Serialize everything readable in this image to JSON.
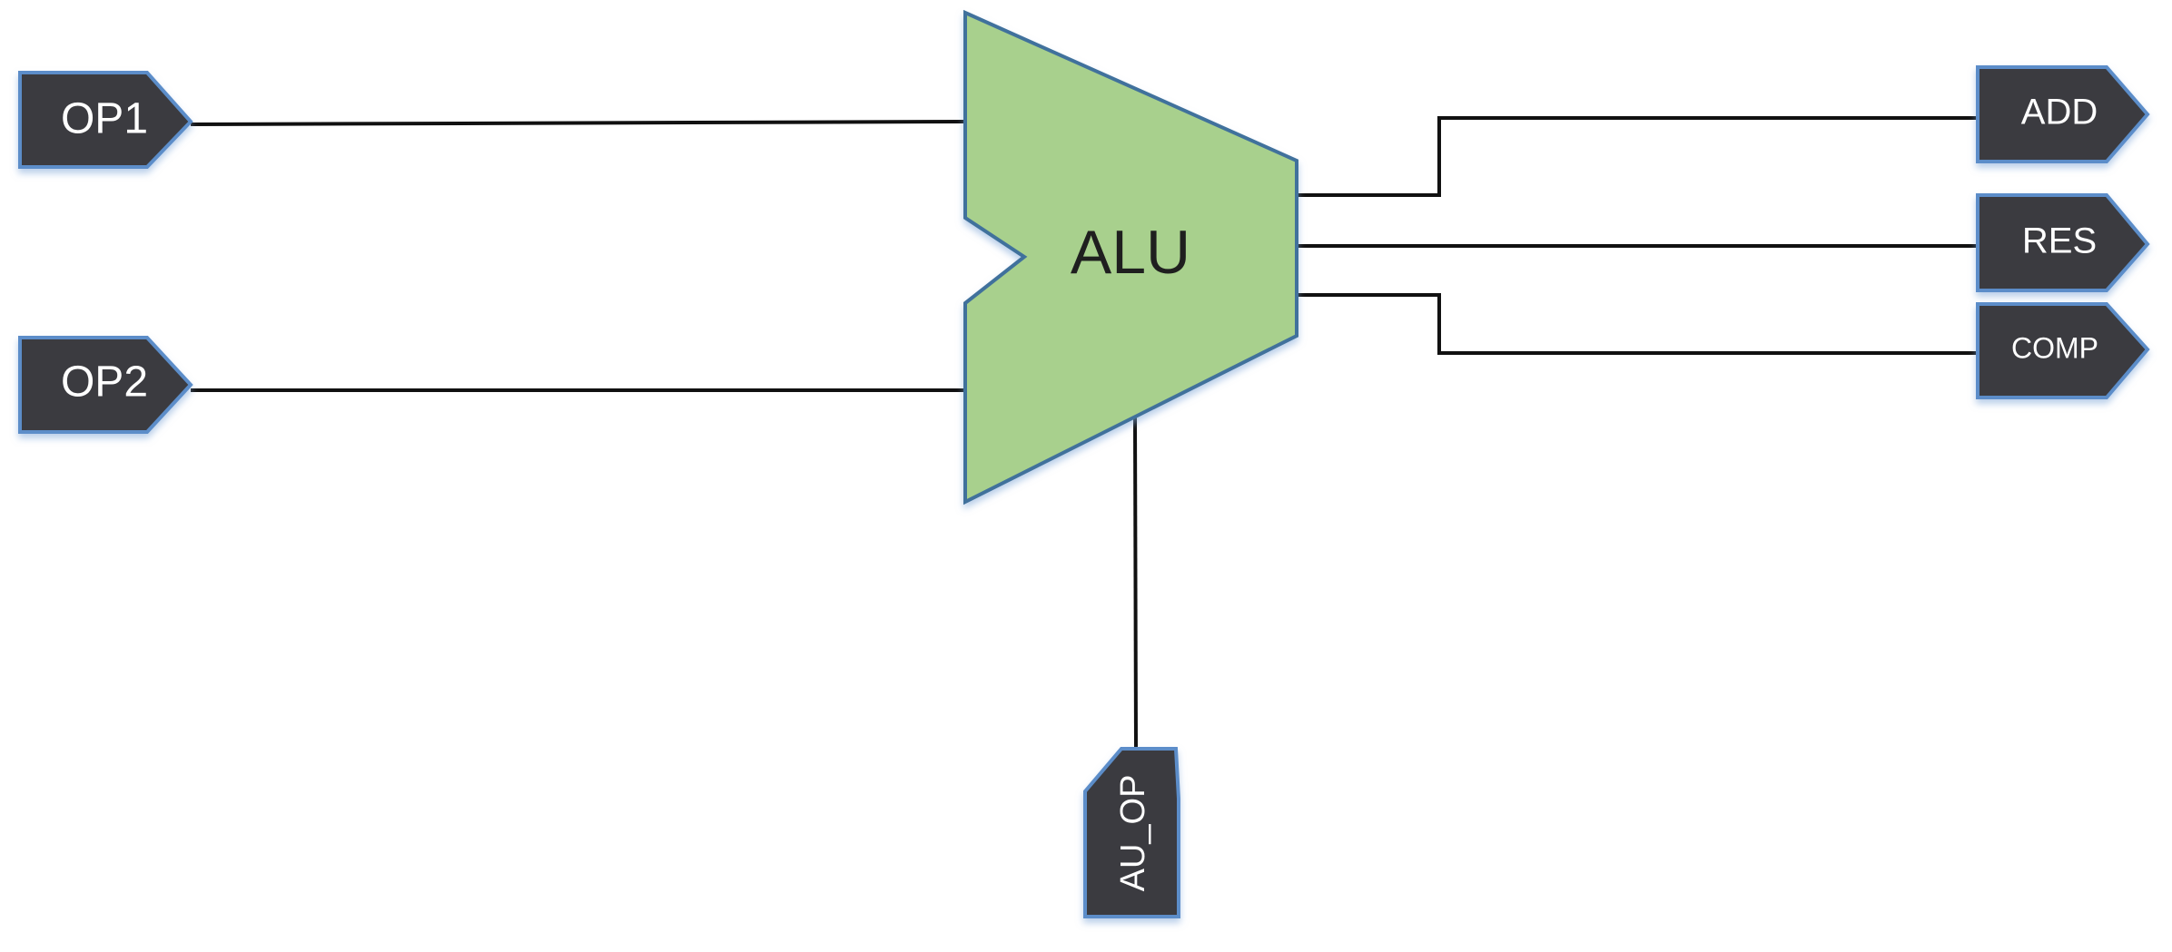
{
  "alu": {
    "label": "ALU",
    "fill": "#a8d08d",
    "stroke": "#41719c"
  },
  "inputs": {
    "op1": "OP1",
    "op2": "OP2",
    "au_op": "AU_OP"
  },
  "outputs": {
    "add": "ADD",
    "res": "RES",
    "comp": "COMP"
  },
  "colors": {
    "port_fill": "#3a3b3f",
    "port_border": "#5b8dc9",
    "wire": "#111111"
  }
}
